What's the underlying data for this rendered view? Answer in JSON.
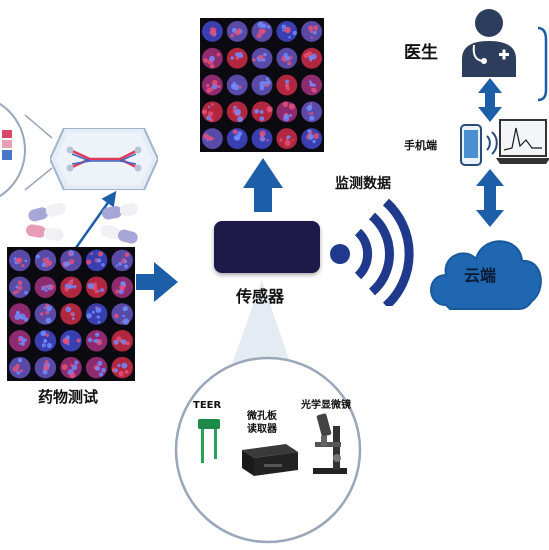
{
  "labels": {
    "doctor": "医生",
    "phone": "手机端",
    "monitoring": "监测数据",
    "cloud": "云端",
    "sensor": "传感器",
    "drug_test": "药物测试",
    "teer": "TEER",
    "plate_reader": "微孔板\n读取器",
    "microscope": "光学显微镜"
  },
  "colors": {
    "arrow": "#1c5fa8",
    "cloud": "#1f67b0",
    "sensor": "#1d1a4a",
    "wifi": "#1f3a8c",
    "doctor_icon": "#2c3e5c"
  },
  "icons": [
    "doctor-icon",
    "phone-icon",
    "laptop-icon",
    "wifi-icon",
    "cloud-icon",
    "pill-icon",
    "chip-icon",
    "teer-icon",
    "plate-reader-icon",
    "microscope-icon"
  ]
}
